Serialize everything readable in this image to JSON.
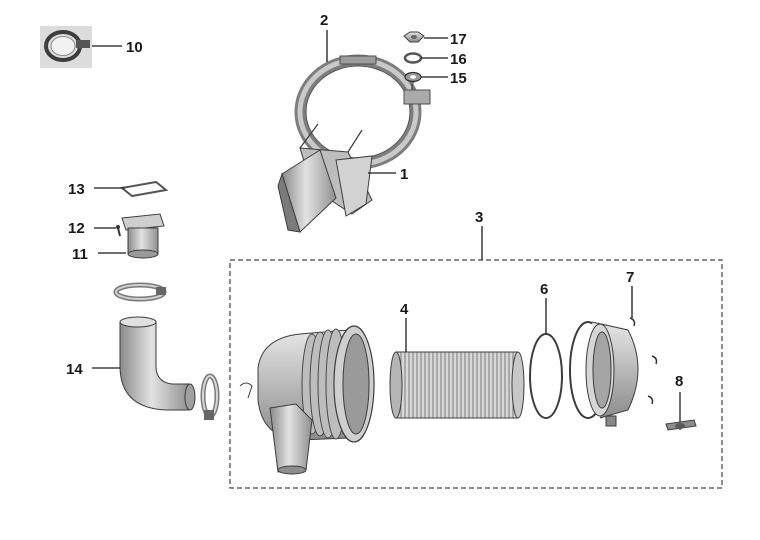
{
  "diagram": {
    "labels": {
      "l1": "1",
      "l2": "2",
      "l3": "3",
      "l4": "4",
      "l6": "6",
      "l7": "7",
      "l8": "8",
      "l10": "10",
      "l11": "11",
      "l12": "12",
      "l13": "13",
      "l14": "14",
      "l15": "15",
      "l16": "16",
      "l17": "17"
    },
    "colors": {
      "part_light": "#d6d6d6",
      "part_mid": "#a9a9a9",
      "part_dark": "#6e6e6e",
      "outline": "#3a3a3a",
      "text": "#1a1a1a"
    }
  }
}
